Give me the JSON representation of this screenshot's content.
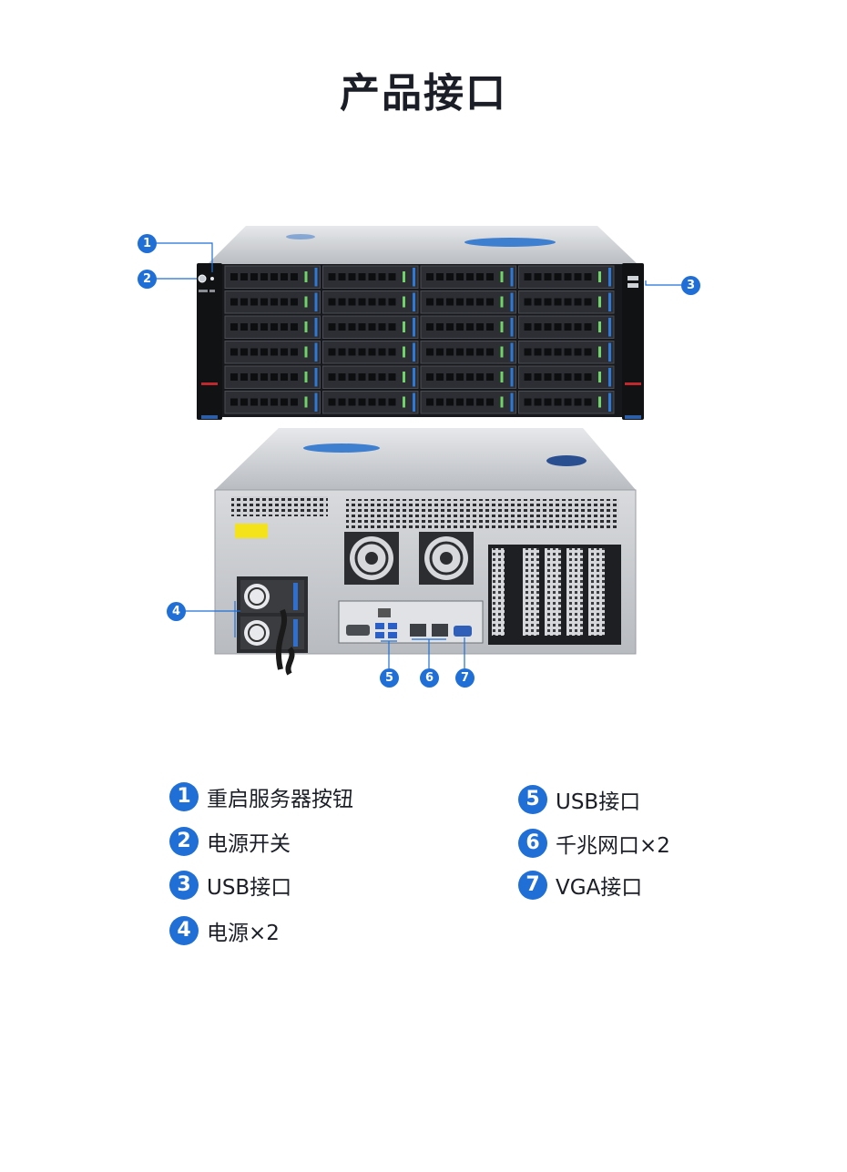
{
  "title": "产品接口",
  "markers": [
    "1",
    "2",
    "3",
    "4",
    "5",
    "6",
    "7"
  ],
  "legend": {
    "left": [
      {
        "num": "1",
        "text": "重启服务器按钮"
      },
      {
        "num": "2",
        "text": "电源开关"
      },
      {
        "num": "3",
        "text": "USB接口"
      },
      {
        "num": "4",
        "text": "电源×2"
      }
    ],
    "right": [
      {
        "num": "5",
        "text": "USB接口"
      },
      {
        "num": "6",
        "text": "千兆网口×2"
      },
      {
        "num": "7",
        "text": "VGA接口"
      }
    ]
  },
  "colors": {
    "accent": "#1f6fd6",
    "chassis_front": "#1a1c20",
    "chassis_metal": "#c9ccd1"
  }
}
